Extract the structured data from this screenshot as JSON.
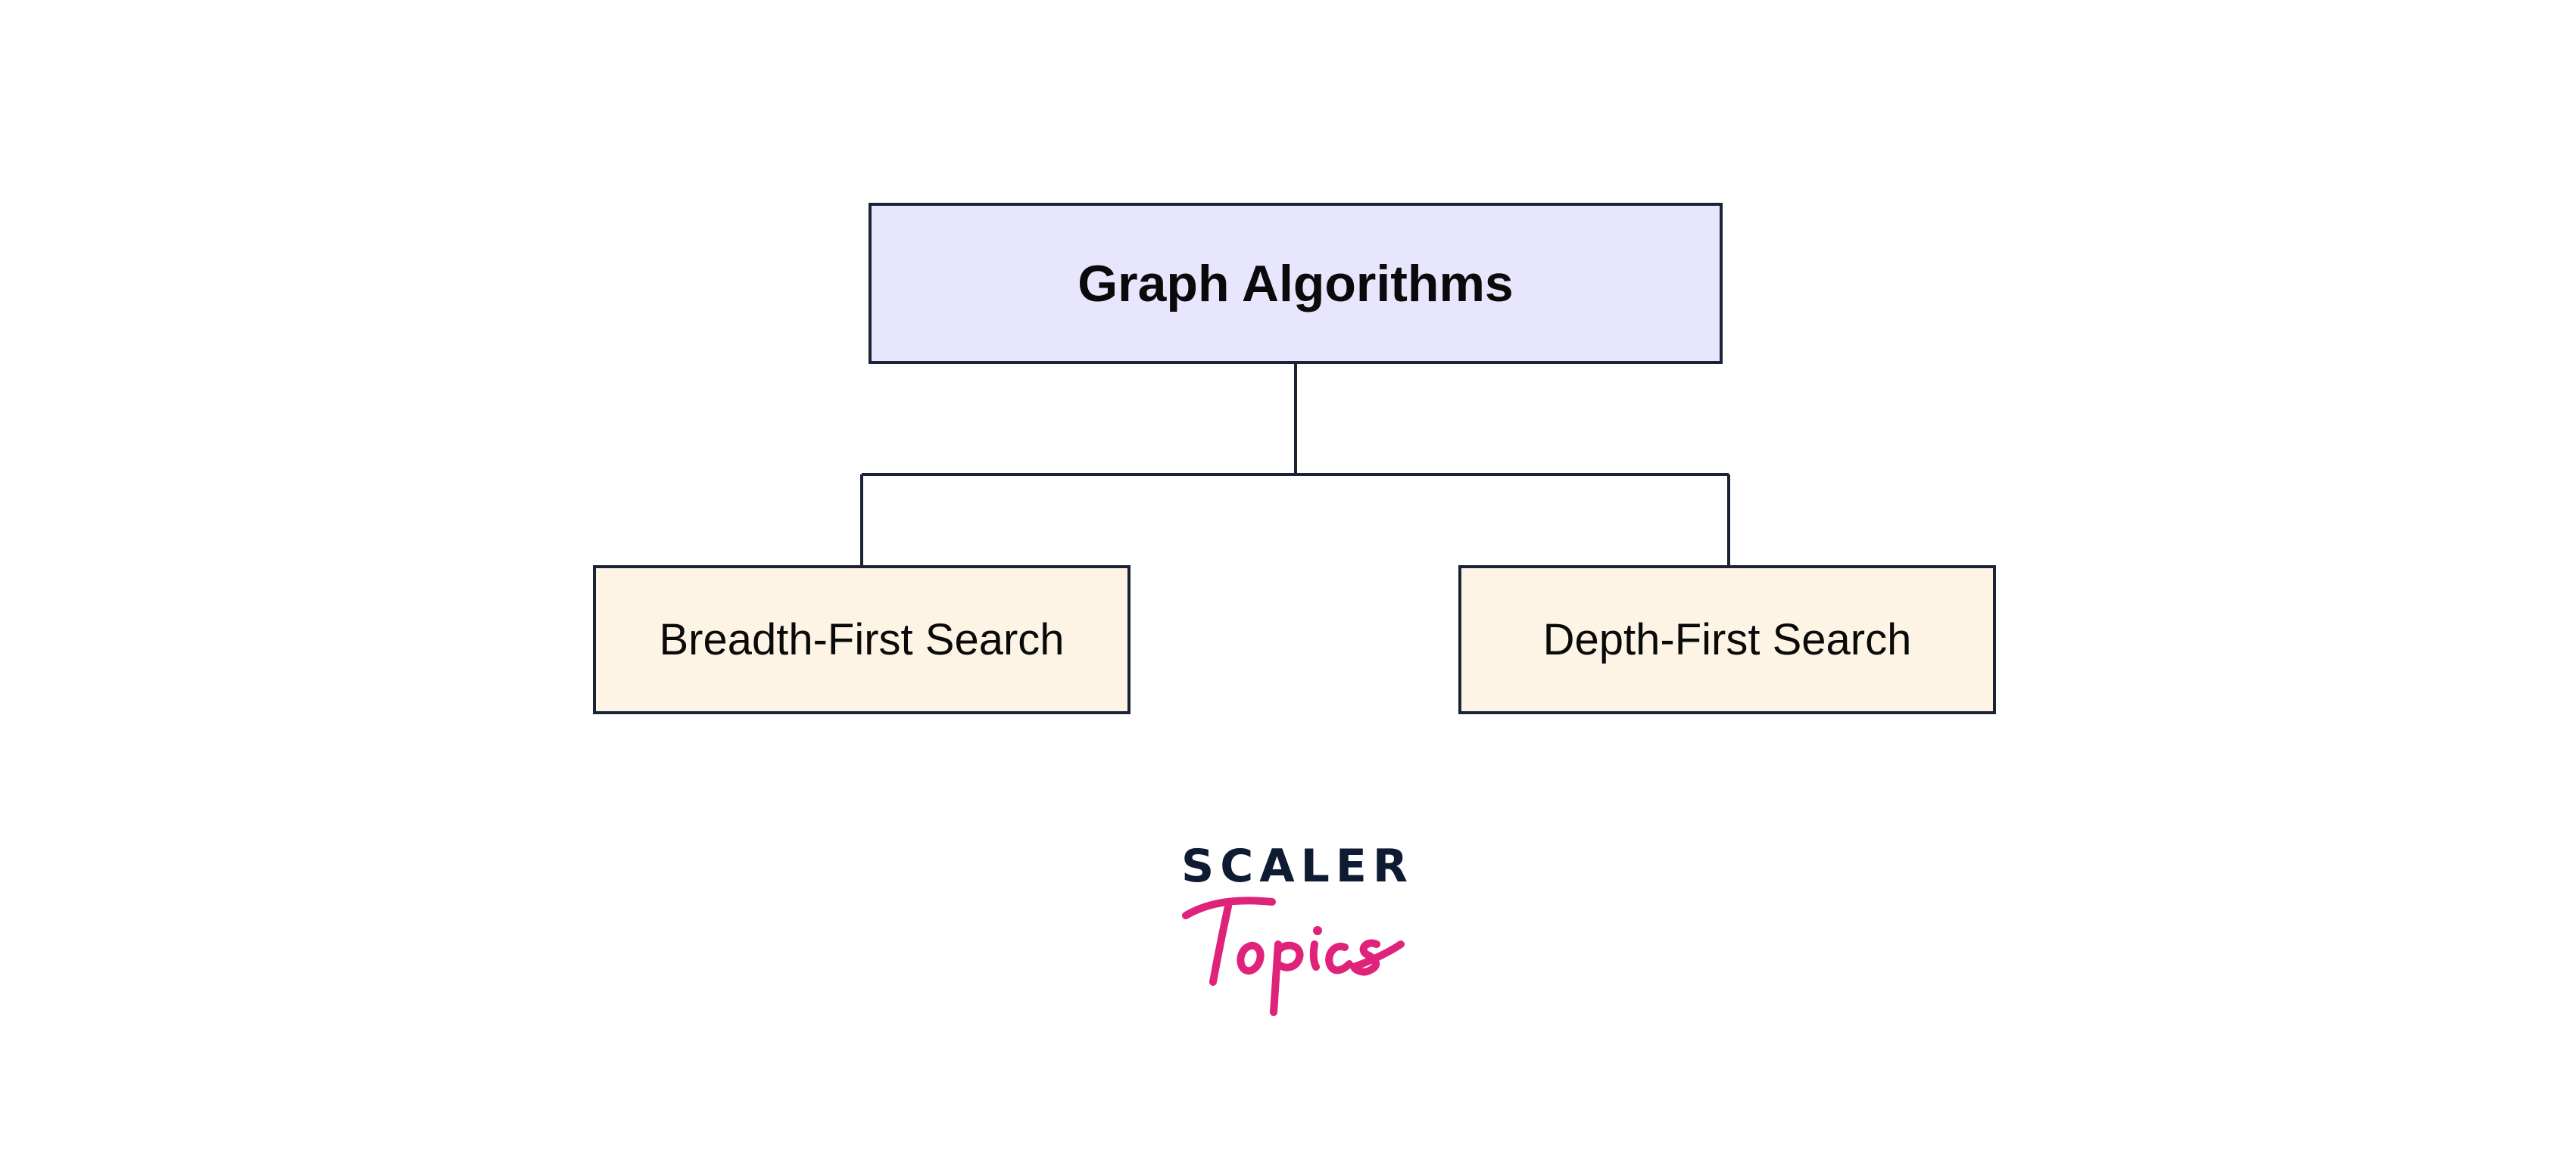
{
  "diagram": {
    "root": {
      "label": "Graph Algorithms"
    },
    "children": [
      {
        "label": "Breadth-First Search"
      },
      {
        "label": "Depth-First Search"
      }
    ]
  },
  "logo": {
    "line1": "SCALER",
    "line2": "Topics"
  },
  "colors": {
    "root_fill": "#e8e6fd",
    "child_fill": "#fdf4e6",
    "stroke": "#1b2437",
    "logo_dark": "#0f1b33",
    "logo_accent": "#e0237a"
  }
}
